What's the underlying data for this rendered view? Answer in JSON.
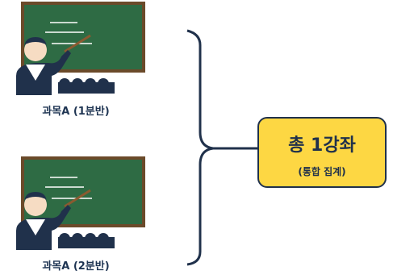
{
  "classes": [
    {
      "label": "과목A (1분반)"
    },
    {
      "label": "과목A (2분반)"
    }
  ],
  "total": {
    "title": "총 1강좌",
    "subtitle": "(통합 집계)"
  },
  "colors": {
    "board": "#2e6b44",
    "board_frame": "#6b4a2a",
    "navy": "#20314b",
    "accent": "#fdd743",
    "skin": "#f6dcc3"
  },
  "icons": [
    "classroom-teacher-icon",
    "right-brace-icon"
  ]
}
